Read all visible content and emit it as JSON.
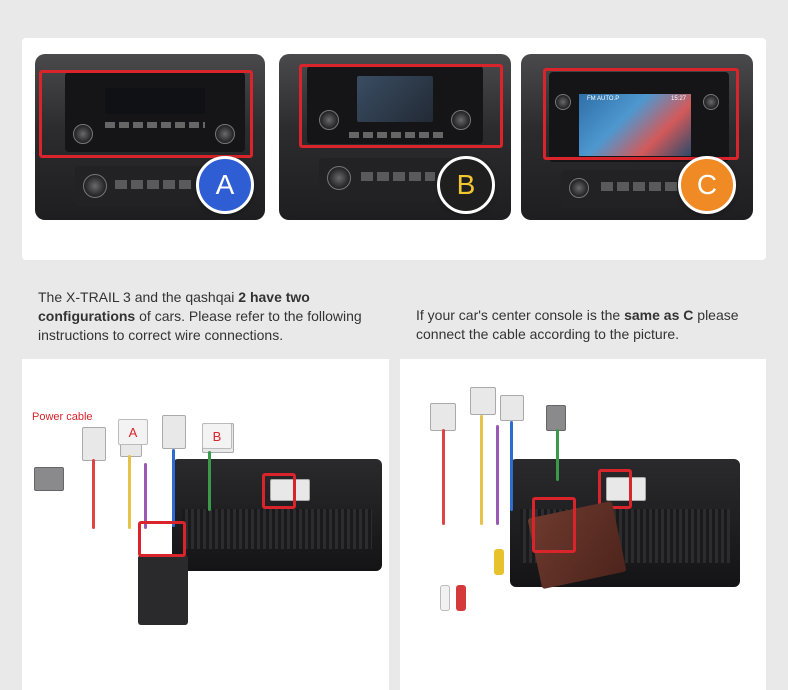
{
  "configs": [
    {
      "letter": "A",
      "color": "#2f5ed4"
    },
    {
      "letter": "B",
      "color": "#f2c630"
    },
    {
      "letter": "C",
      "color": "#f08a24"
    }
  ],
  "accent_red": "#d8242a",
  "photo_c_screen": {
    "station": "FM AUTO.P",
    "time": "15:27"
  },
  "instructions": {
    "left": {
      "prefix": "The X-TRAIL 3 and the qashqai ",
      "bold1": "2 have two configurations",
      "middle": " of cars. Please refer to the following instructions to correct wire connections."
    },
    "right": {
      "prefix": "If your car's center console is the ",
      "bold1": "same as C",
      "suffix": " please connect the cable according to the picture."
    }
  },
  "diagram_left": {
    "power_label": "Power cable",
    "tag_a": "A",
    "tag_b": "B"
  }
}
